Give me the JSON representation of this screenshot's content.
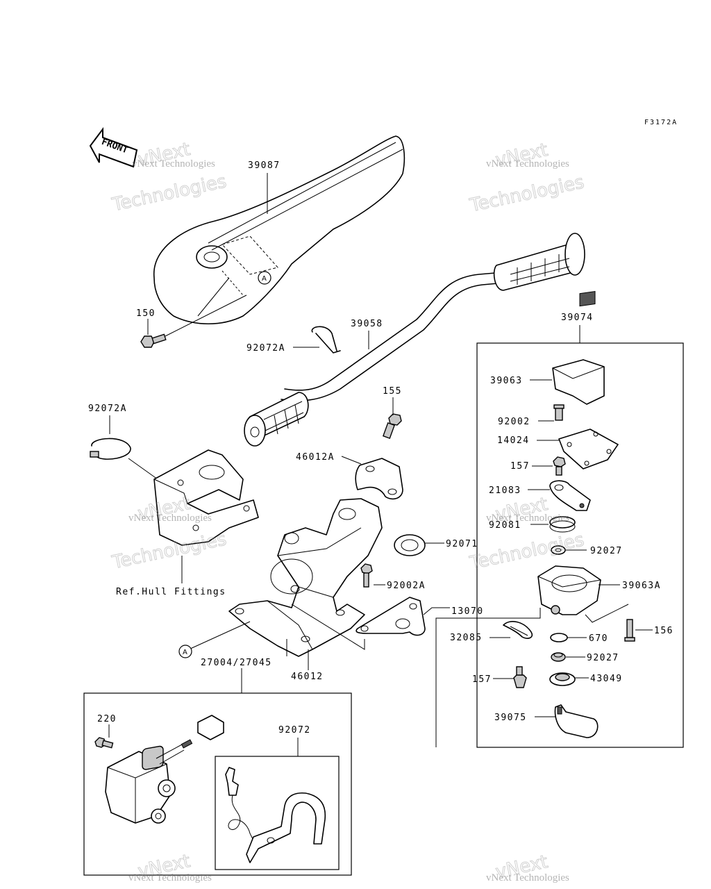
{
  "diagram_code": "F3172A",
  "front_marker": "FRONT",
  "ref_circle": "A",
  "labels": {
    "p39087": "39087",
    "p150": "150",
    "p39058": "39058",
    "p92072A_top": "92072A",
    "p39074": "39074",
    "p39063": "39063",
    "p92002": "92002",
    "p14024": "14024",
    "p157_top": "157",
    "p21083": "21083",
    "p92081": "92081",
    "p92027_top": "92027",
    "p39063A": "39063A",
    "p92071": "92071",
    "p92002A": "92002A",
    "p13070": "13070",
    "p156": "156",
    "p32085": "32085",
    "p670": "670",
    "p92027_bot": "92027",
    "p157_bot": "157",
    "p43049": "43049",
    "p39075": "39075",
    "p92072A_left": "92072A",
    "p155": "155",
    "p46012A": "46012A",
    "p27004": "27004/27045",
    "p46012": "46012",
    "p220": "220",
    "p92072": "92072",
    "ref_hull": "Ref.Hull Fittings"
  },
  "watermark": {
    "line1": "vNext",
    "line2": "vNext Technologies",
    "line3": "Technologies"
  }
}
